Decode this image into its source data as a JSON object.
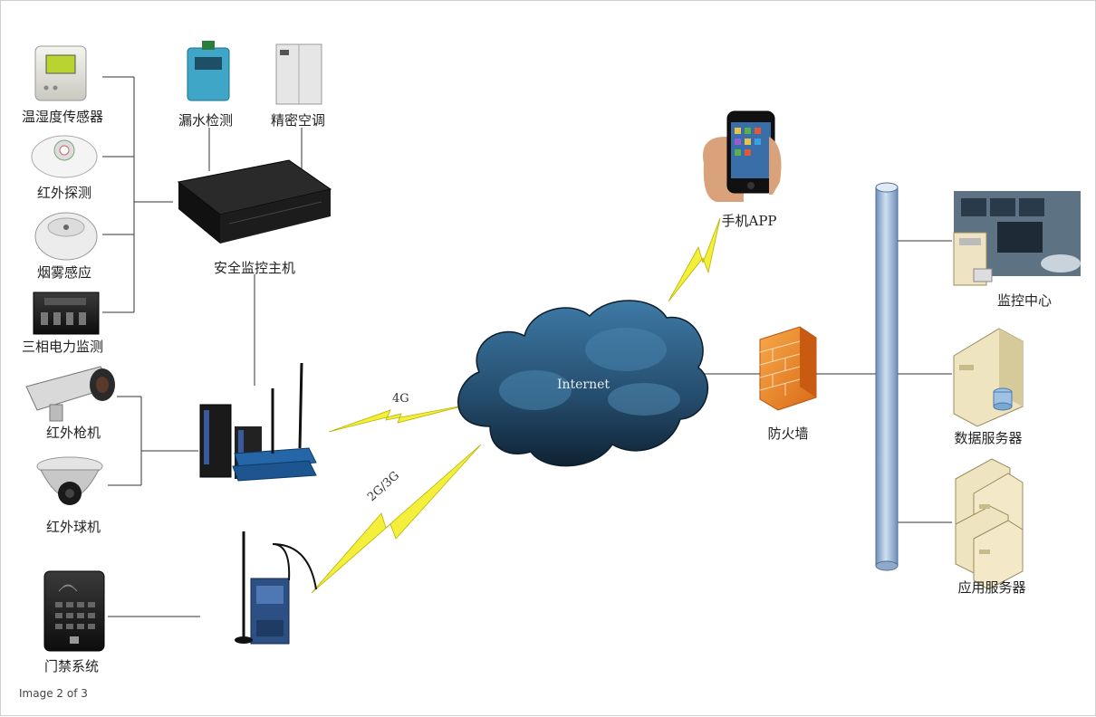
{
  "devices": {
    "temp_humidity_sensor": "温湿度传感器",
    "infrared_detector": "红外探测",
    "smoke_sensor": "烟雾感应",
    "three_phase_monitor": "三相电力监测",
    "water_leak": "漏水检测",
    "precision_ac": "精密空调",
    "security_host": "安全监控主机",
    "infrared_bullet_cam": "红外枪机",
    "infrared_dome_cam": "红外球机",
    "access_control": "门禁系统",
    "mobile_app": "手机APP",
    "firewall": "防火墙",
    "monitor_center": "监控中心",
    "data_server": "数据服务器",
    "app_server": "应用服务器"
  },
  "network": {
    "internet": "Internet",
    "link_4g": "4G",
    "link_2g3g": "2G/3G"
  },
  "caption": "Image 2 of 3",
  "colors": {
    "cloud": "#2f5d80",
    "bolt": "#f4ef3a",
    "firewall": "#f08a2c",
    "bus_pipe": "#9fb9d8"
  }
}
